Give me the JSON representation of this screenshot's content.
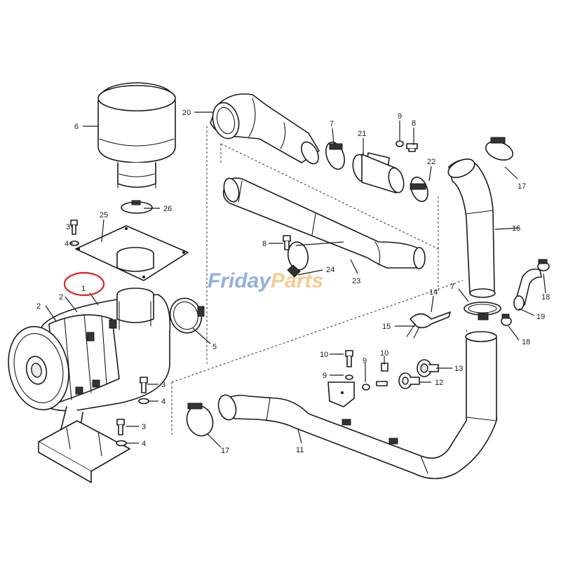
{
  "watermark": {
    "part1": "Friday",
    "part2": "Parts",
    "color1": "#3a6fc4",
    "color2": "#e8a33a"
  },
  "highlight_color": "#e02020",
  "callouts": {
    "c1": "1",
    "c2a": "2",
    "c2b": "2",
    "c3a": "3",
    "c3b": "3",
    "c3c": "3",
    "c4a": "4",
    "c4b": "4",
    "c4c": "4",
    "c5": "5",
    "c6": "6",
    "c7a": "7",
    "c7b": "7",
    "c8a": "8",
    "c8b": "8",
    "c9a": "9",
    "c9b": "9",
    "c10a": "10",
    "c10b": "10",
    "c11": "11",
    "c12": "12",
    "c13": "13",
    "c14": "14",
    "c15": "15",
    "c16": "16",
    "c17a": "17",
    "c17b": "17",
    "c18a": "18",
    "c18b": "18",
    "c19": "19",
    "c20": "20",
    "c21": "21",
    "c22": "22",
    "c23": "23",
    "c24": "24",
    "c25": "25",
    "c26": "26"
  }
}
